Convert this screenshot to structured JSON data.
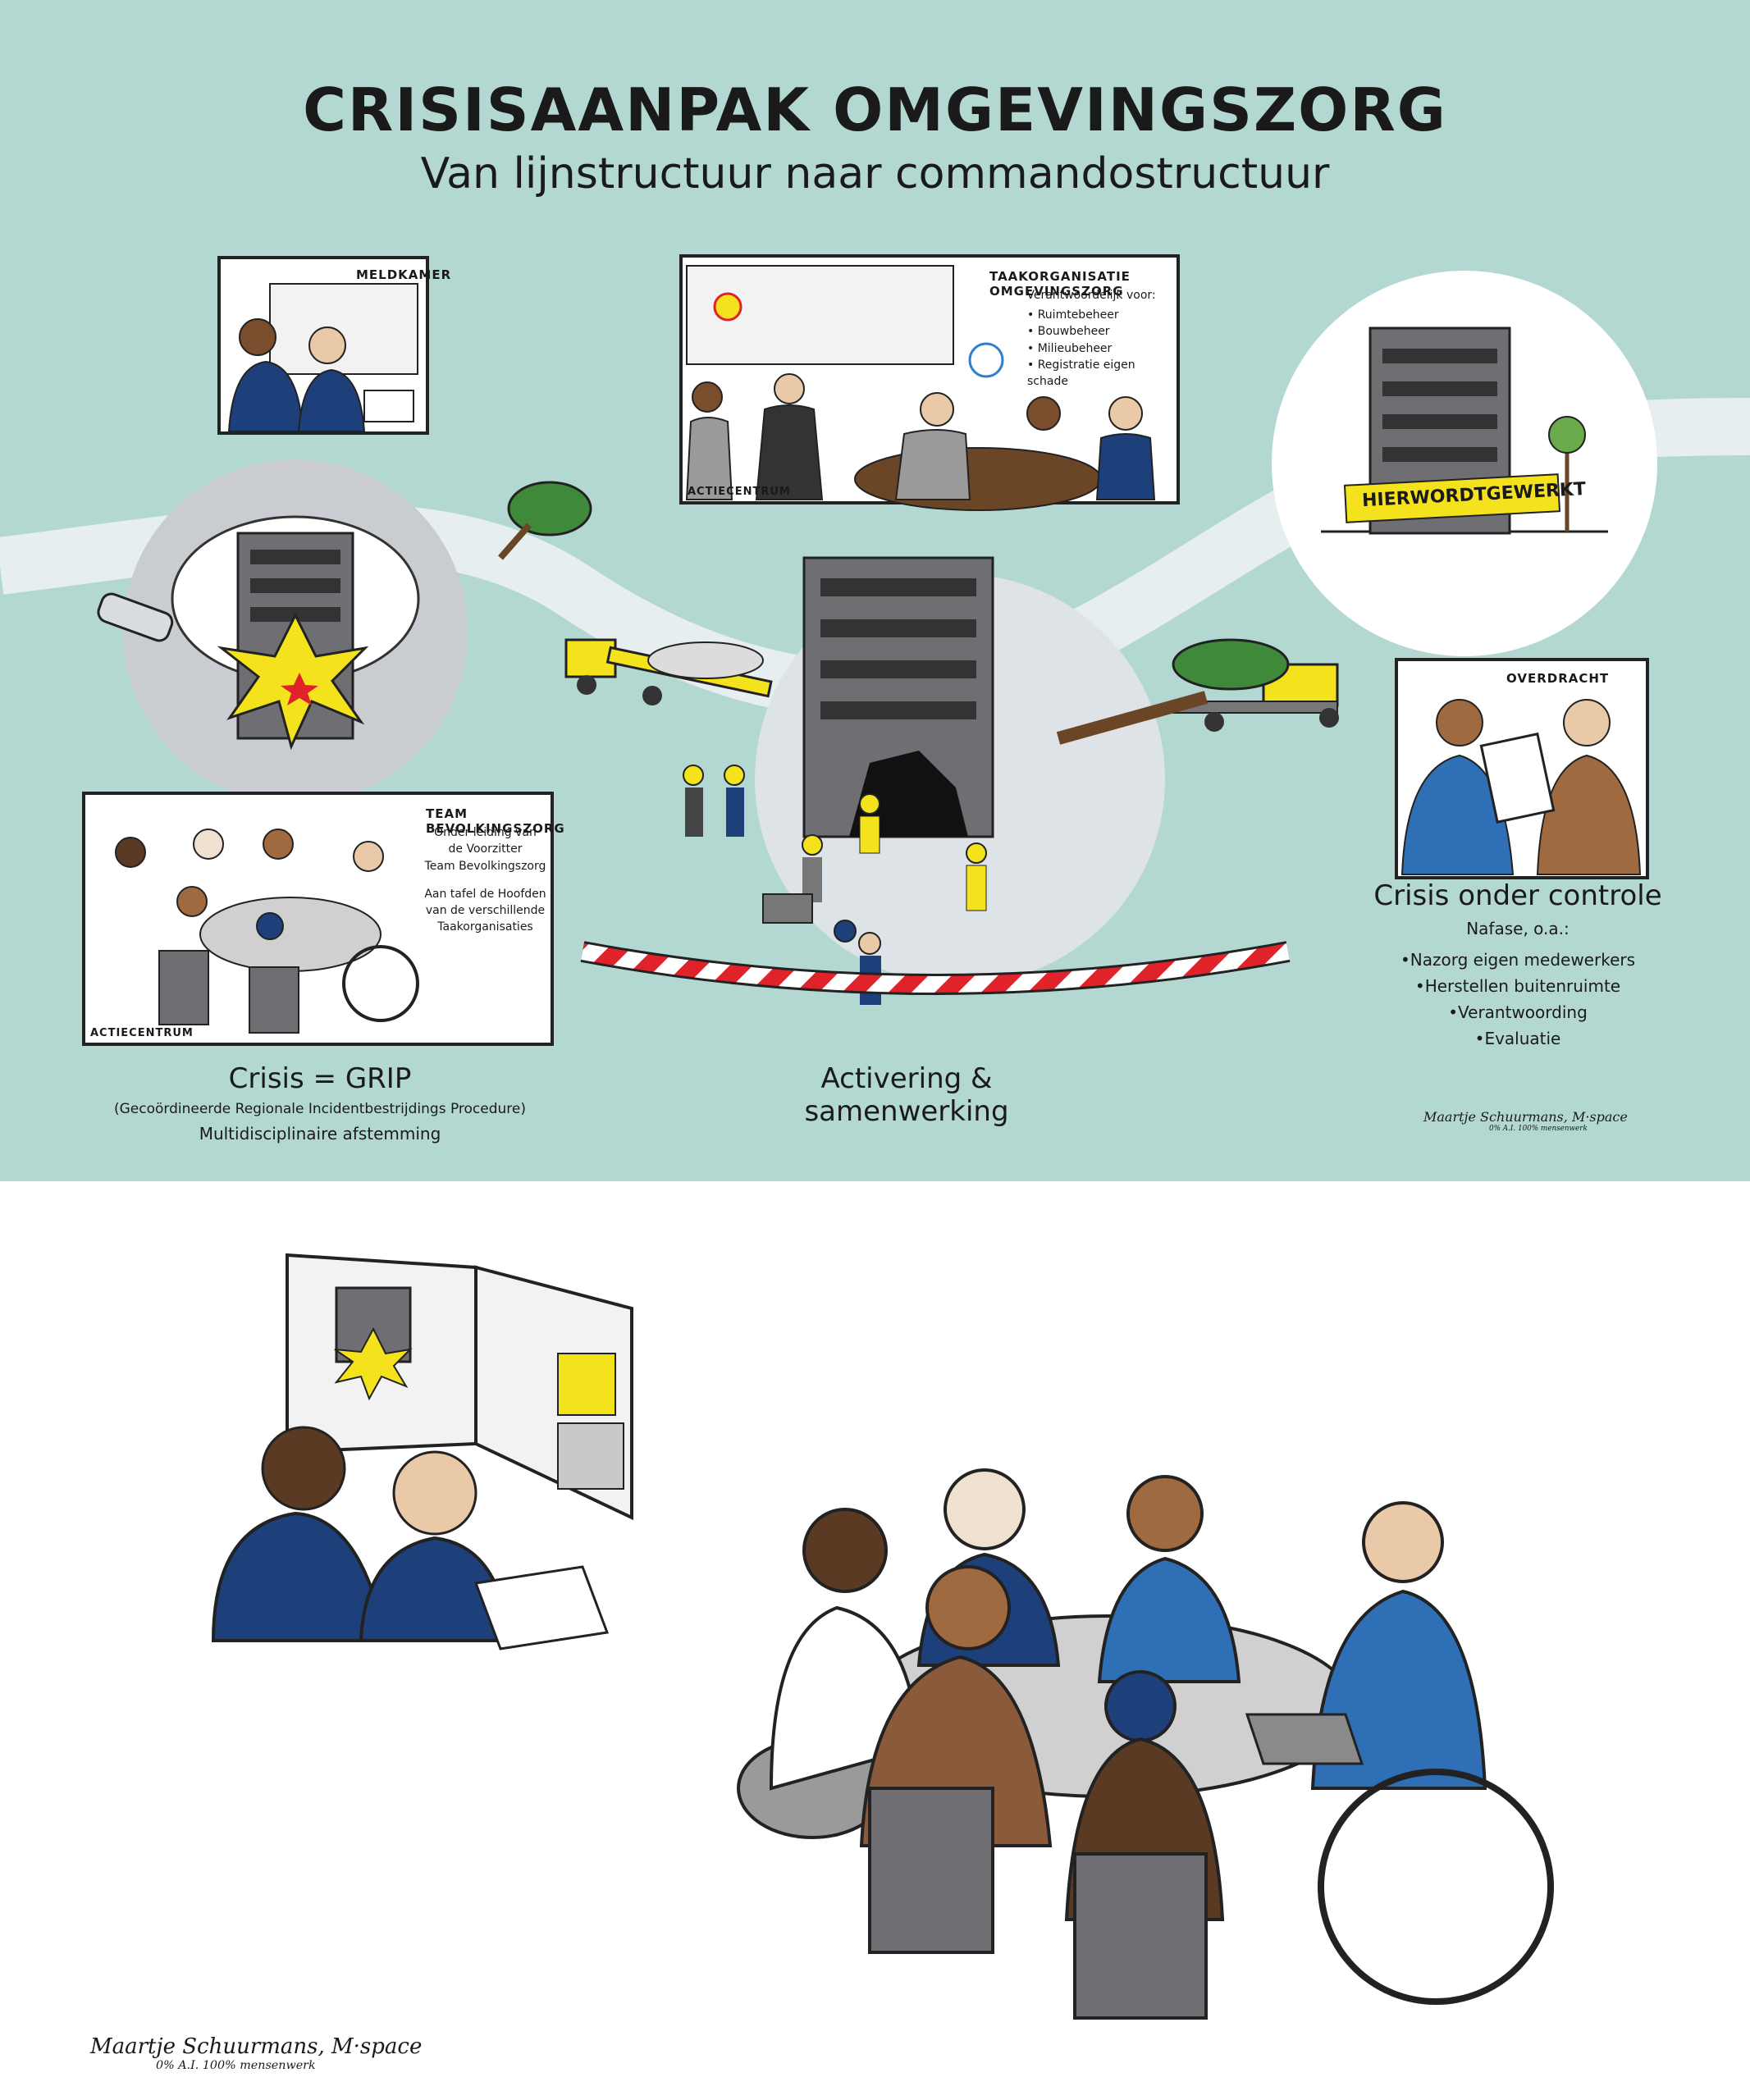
{
  "title": "CRISISAANPAK OMGEVINGSZORG",
  "subtitle": "Van lijnstructuur naar commandostructuur",
  "panels": {
    "meldkamer": {
      "label": "MELDKAMER"
    },
    "taakorganisatie": {
      "label": "TAAKORGANISATIE OMGEVINGSZORG",
      "intro": "Verantwoordelijk voor:",
      "items": [
        "• Ruimtebeheer",
        "• Bouwbeheer",
        "• Milieubeheer",
        "• Registratie eigen schade"
      ],
      "corner": "ACTIECENTRUM"
    },
    "bevolkingszorg": {
      "label": "TEAM BEVOLKINGSZORG",
      "line1": "Onder leiding van",
      "line2": "de Voorzitter",
      "line3": "Team Bevolkingszorg",
      "line4": "Aan tafel de Hoofden",
      "line5": "van de verschillende",
      "line6": "Taakorganisaties",
      "corner": "ACTIECENTRUM"
    },
    "overdracht": {
      "label": "OVERDRACHT"
    }
  },
  "banner": {
    "word1": "HIER",
    "word2": "WORDT",
    "word3": "GEWERKT"
  },
  "captions": {
    "crisis": {
      "heading": "Crisis = GRIP",
      "line1": "(Gecoördineerde Regionale Incidentbestrijdings Procedure)",
      "line2": "Multidisciplinaire afstemming"
    },
    "activering": {
      "line1": "Activering &",
      "line2": "samenwerking"
    },
    "controle": {
      "heading": "Crisis onder controle",
      "sub": "Nafase, o.a.:",
      "items": [
        "•Nazorg eigen medewerkers",
        "•Herstellen buitenruimte",
        "•Verantwoording",
        "•Evaluatie"
      ]
    }
  },
  "signature": {
    "name": "Maartje Schuurmans, M·space",
    "motto": "0% A.I. 100% mensenwerk"
  },
  "colors": {
    "background": "#b3d8d2",
    "navy": "#1d3f7a",
    "yellow": "#f4e21c",
    "grey": "#6f6f73",
    "red": "#e0232b"
  }
}
